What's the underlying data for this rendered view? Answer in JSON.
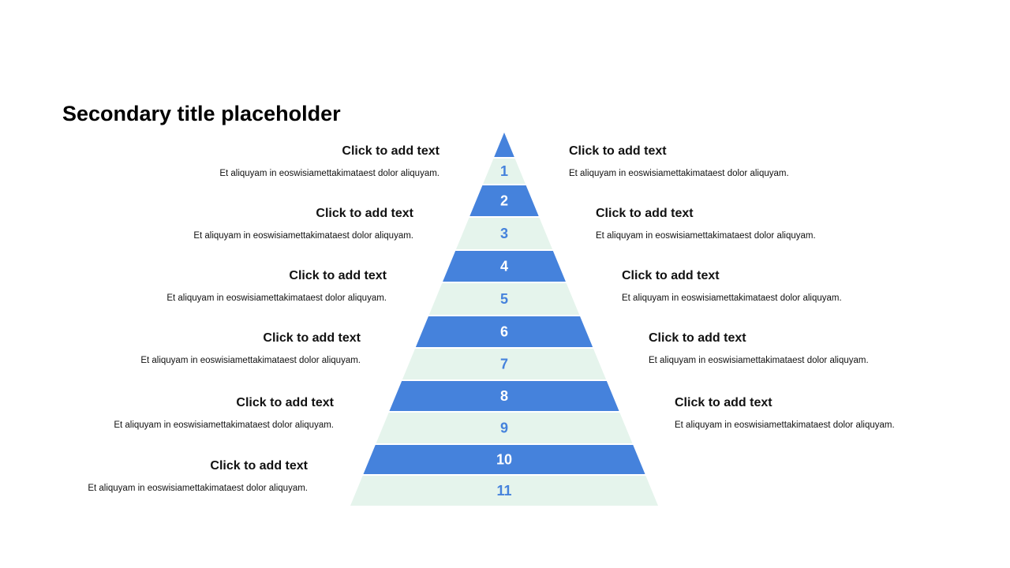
{
  "title": "Secondary title placeholder",
  "colors": {
    "blue": "#4582DC",
    "green": "#E5F4EC",
    "num_on_blue": "#FFFFFF",
    "num_on_green": "#4582DC"
  },
  "pyramid": {
    "levels": [
      "1",
      "2",
      "3",
      "4",
      "5",
      "6",
      "7",
      "8",
      "9",
      "10",
      "11"
    ]
  },
  "left_items": [
    {
      "heading": "Click to add text",
      "text": "Et aliquyam in eoswisiamettakimataest dolor aliquyam."
    },
    {
      "heading": "Click to add text",
      "text": "Et aliquyam in eoswisiamettakimataest dolor aliquyam."
    },
    {
      "heading": "Click to add text",
      "text": "Et aliquyam in eoswisiamettakimataest dolor aliquyam."
    },
    {
      "heading": "Click to add text",
      "text": "Et aliquyam in eoswisiamettakimataest dolor aliquyam."
    },
    {
      "heading": "Click to add text",
      "text": "Et aliquyam in eoswisiamettakimataest dolor aliquyam."
    },
    {
      "heading": "Click to add text",
      "text": "Et aliquyam in eoswisiamettakimataest dolor aliquyam."
    }
  ],
  "right_items": [
    {
      "heading": "Click to add text",
      "text": "Et aliquyam in eoswisiamettakimataest dolor aliquyam."
    },
    {
      "heading": "Click to add text",
      "text": "Et aliquyam in eoswisiamettakimataest dolor aliquyam."
    },
    {
      "heading": "Click to add text",
      "text": "Et aliquyam in eoswisiamettakimataest dolor aliquyam."
    },
    {
      "heading": "Click to add text",
      "text": "Et aliquyam in eoswisiamettakimataest dolor aliquyam."
    },
    {
      "heading": "Click to add text",
      "text": "Et aliquyam in eoswisiamettakimataest dolor aliquyam."
    }
  ]
}
